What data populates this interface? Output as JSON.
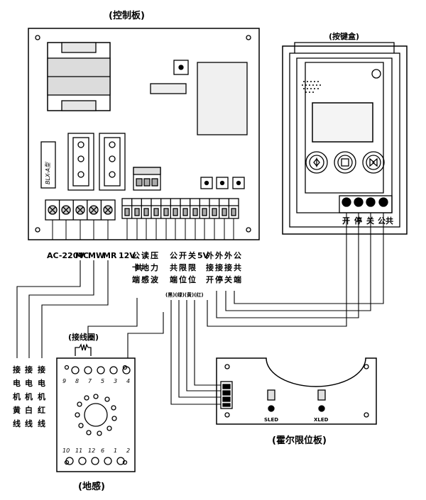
{
  "titles": {
    "control_board": "(控制板)",
    "keypad_box": "(按键盒)",
    "hall_board": "(霍尔限位板)",
    "coil": "(接线圈)",
    "ground_sense": "(地感)"
  },
  "board": {
    "model": "BLX-A型",
    "left_terminals": [
      "AC-220V",
      "MC",
      "MW",
      "MR"
    ],
    "right_terminals": [
      [
        "12V",
        "共"
      ],
      [
        "公",
        "卡",
        "端"
      ],
      [
        "读",
        "地",
        "感"
      ],
      [
        "压",
        "力",
        "波"
      ],
      [
        "公",
        "共",
        "端"
      ],
      [
        "开",
        "限",
        "位"
      ],
      [
        "关",
        "限",
        "位"
      ],
      [
        "5V"
      ],
      [
        "外",
        "接",
        "开"
      ],
      [
        "外",
        "接",
        "停"
      ],
      [
        "外",
        "接",
        "关"
      ],
      [
        "公",
        "共",
        "端"
      ]
    ],
    "wire_colors": "(黑)(绿)(黄)(红)"
  },
  "motor_wires": [
    [
      "接",
      "电",
      "机",
      "黄",
      "线"
    ],
    [
      "接",
      "电",
      "机",
      "白",
      "线"
    ],
    [
      "接",
      "电",
      "机",
      "红",
      "线"
    ]
  ],
  "keypad": {
    "terminals": [
      "开",
      "停",
      "关",
      "公共"
    ]
  },
  "relay": {
    "top_pins": [
      "9",
      "8",
      "7",
      "5",
      "3",
      "4"
    ],
    "bottom_pins": [
      "10",
      "11",
      "12",
      "6",
      "1",
      "2"
    ]
  },
  "hall": {
    "leds": [
      "SLED",
      "XLED"
    ]
  }
}
